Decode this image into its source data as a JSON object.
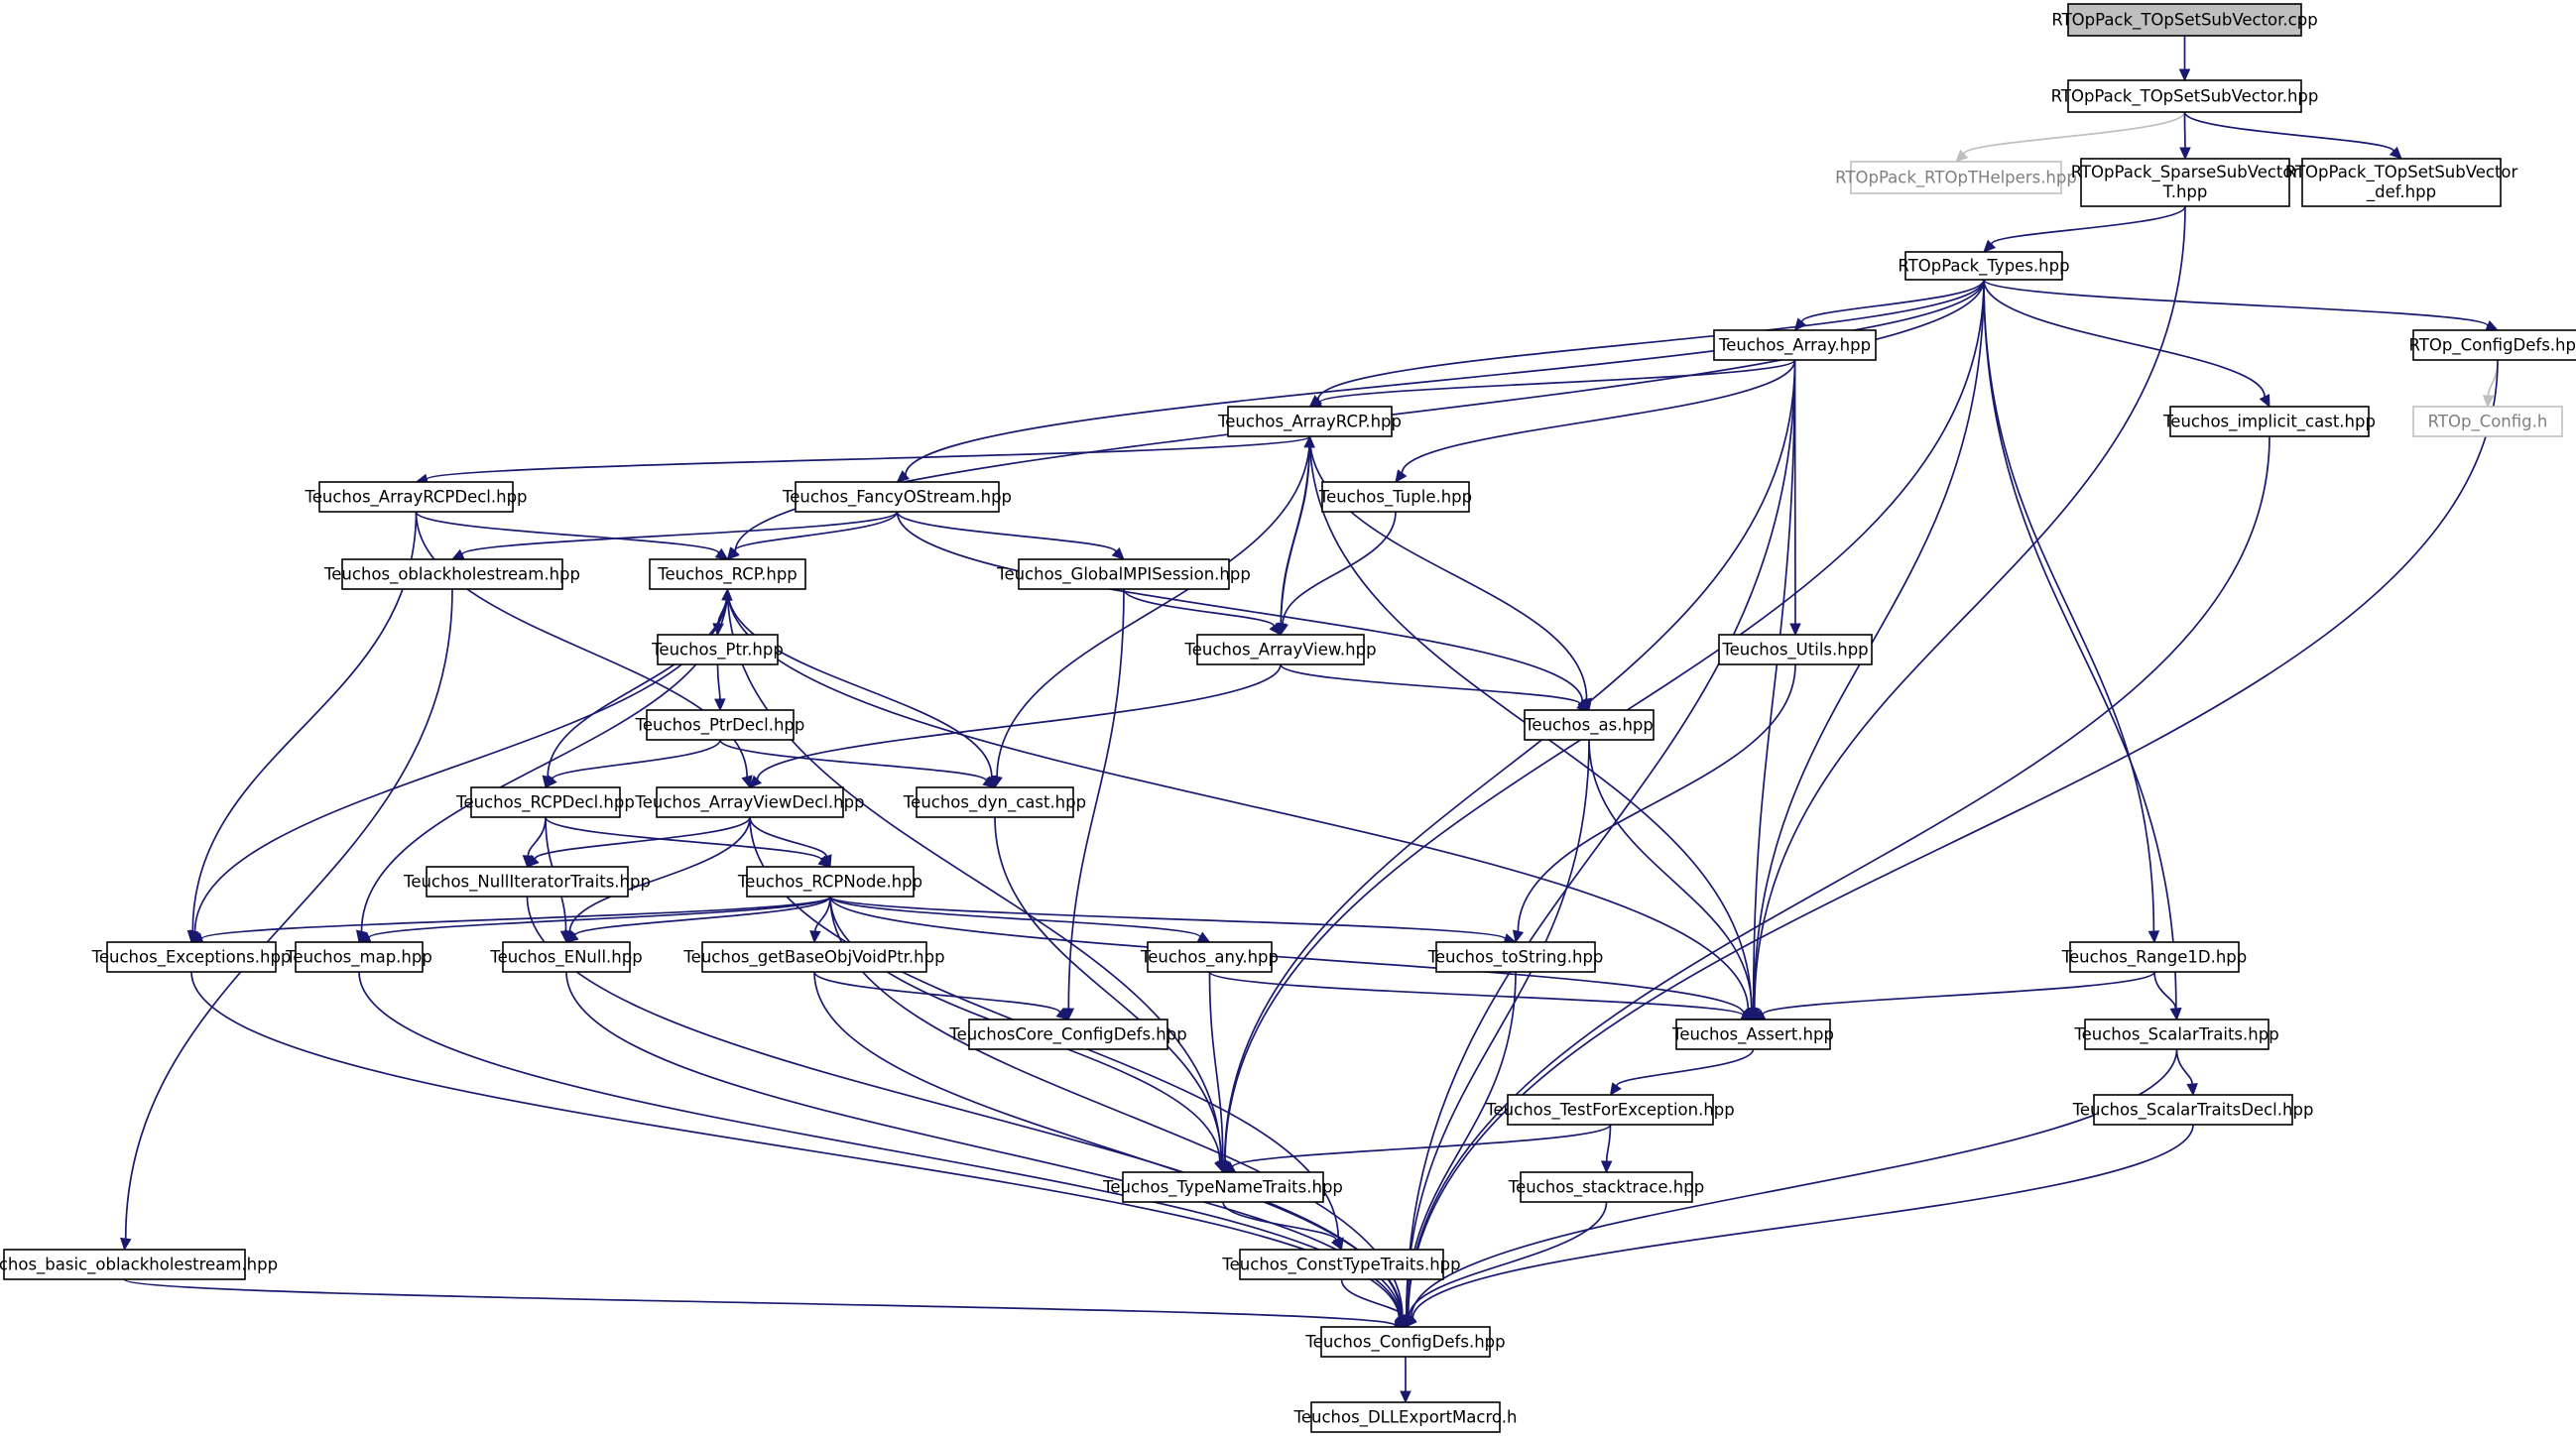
{
  "graph": {
    "nodes": [
      {
        "id": "root",
        "label": "RTOpPack_TOpSetSubVector.cpp",
        "style": "root"
      },
      {
        "id": "hpp",
        "label": "RTOpPack_TOpSetSubVector.hpp"
      },
      {
        "id": "rtophelpers",
        "label": "RTOpPack_RTOpTHelpers.hpp",
        "style": "external"
      },
      {
        "id": "sparse",
        "label": "RTOpPack_SparseSubVector",
        "label2": "T.hpp"
      },
      {
        "id": "setdef",
        "label": "RTOpPack_TOpSetSubVector",
        "label2": "_def.hpp"
      },
      {
        "id": "types",
        "label": "RTOpPack_Types.hpp"
      },
      {
        "id": "array",
        "label": "Teuchos_Array.hpp"
      },
      {
        "id": "rtopconfigdefs",
        "label": "RTOp_ConfigDefs.hpp"
      },
      {
        "id": "rtopconfig",
        "label": "RTOp_Config.h",
        "style": "external"
      },
      {
        "id": "arrayrcp",
        "label": "Teuchos_ArrayRCP.hpp"
      },
      {
        "id": "implicit",
        "label": "Teuchos_implicit_cast.hpp"
      },
      {
        "id": "arrayrcpdecl",
        "label": "Teuchos_ArrayRCPDecl.hpp"
      },
      {
        "id": "fancy",
        "label": "Teuchos_FancyOStream.hpp"
      },
      {
        "id": "tuple",
        "label": "Teuchos_Tuple.hpp"
      },
      {
        "id": "oblack",
        "label": "Teuchos_oblackholestream.hpp"
      },
      {
        "id": "rcp",
        "label": "Teuchos_RCP.hpp"
      },
      {
        "id": "mpi",
        "label": "Teuchos_GlobalMPISession.hpp"
      },
      {
        "id": "ptr",
        "label": "Teuchos_Ptr.hpp"
      },
      {
        "id": "arrayview",
        "label": "Teuchos_ArrayView.hpp"
      },
      {
        "id": "utils",
        "label": "Teuchos_Utils.hpp"
      },
      {
        "id": "ptrdecl",
        "label": "Teuchos_PtrDecl.hpp"
      },
      {
        "id": "as",
        "label": "Teuchos_as.hpp"
      },
      {
        "id": "rcpdecl",
        "label": "Teuchos_RCPDecl.hpp"
      },
      {
        "id": "arrayviewdecl",
        "label": "Teuchos_ArrayViewDecl.hpp"
      },
      {
        "id": "dyncast",
        "label": "Teuchos_dyn_cast.hpp"
      },
      {
        "id": "nulliter",
        "label": "Teuchos_NullIteratorTraits.hpp"
      },
      {
        "id": "rcpnode",
        "label": "Teuchos_RCPNode.hpp"
      },
      {
        "id": "exceptions",
        "label": "Teuchos_Exceptions.hpp"
      },
      {
        "id": "map",
        "label": "Teuchos_map.hpp"
      },
      {
        "id": "enull",
        "label": "Teuchos_ENull.hpp"
      },
      {
        "id": "getbase",
        "label": "Teuchos_getBaseObjVoidPtr.hpp"
      },
      {
        "id": "any",
        "label": "Teuchos_any.hpp"
      },
      {
        "id": "tostring",
        "label": "Teuchos_toString.hpp"
      },
      {
        "id": "range1d",
        "label": "Teuchos_Range1D.hpp"
      },
      {
        "id": "coreconfig",
        "label": "TeuchosCore_ConfigDefs.hpp"
      },
      {
        "id": "assert",
        "label": "Teuchos_Assert.hpp"
      },
      {
        "id": "scalartraits",
        "label": "Teuchos_ScalarTraits.hpp"
      },
      {
        "id": "testforexc",
        "label": "Teuchos_TestForException.hpp"
      },
      {
        "id": "scalartraitsdecl",
        "label": "Teuchos_ScalarTraitsDecl.hpp"
      },
      {
        "id": "stacktrace",
        "label": "Teuchos_stacktrace.hpp"
      },
      {
        "id": "typename",
        "label": "Teuchos_TypeNameTraits.hpp"
      },
      {
        "id": "consttype",
        "label": "Teuchos_ConstTypeTraits.hpp"
      },
      {
        "id": "basicoblack",
        "label": "Teuchos_basic_oblackholestream.hpp"
      },
      {
        "id": "configdefs",
        "label": "Teuchos_ConfigDefs.hpp"
      },
      {
        "id": "dllexport",
        "label": "Teuchos_DLLExportMacro.h"
      }
    ],
    "edges": [
      {
        "from": "root",
        "to": "hpp"
      },
      {
        "from": "hpp",
        "to": "rtophelpers",
        "style": "grey"
      },
      {
        "from": "hpp",
        "to": "sparse"
      },
      {
        "from": "hpp",
        "to": "setdef"
      },
      {
        "from": "sparse",
        "to": "types"
      },
      {
        "from": "sparse",
        "to": "assert"
      },
      {
        "from": "types",
        "to": "array"
      },
      {
        "from": "types",
        "to": "rtopconfigdefs"
      },
      {
        "from": "types",
        "to": "arrayrcp"
      },
      {
        "from": "types",
        "to": "implicit"
      },
      {
        "from": "types",
        "to": "fancy"
      },
      {
        "from": "types",
        "to": "rcp"
      },
      {
        "from": "types",
        "to": "typename"
      },
      {
        "from": "types",
        "to": "assert"
      },
      {
        "from": "types",
        "to": "range1d"
      },
      {
        "from": "types",
        "to": "scalartraits"
      },
      {
        "from": "rtopconfigdefs",
        "to": "rtopconfig",
        "style": "grey"
      },
      {
        "from": "rtopconfigdefs",
        "to": "configdefs"
      },
      {
        "from": "array",
        "to": "arrayrcp"
      },
      {
        "from": "array",
        "to": "tuple"
      },
      {
        "from": "array",
        "to": "utils"
      },
      {
        "from": "array",
        "to": "typename"
      },
      {
        "from": "array",
        "to": "assert"
      },
      {
        "from": "array",
        "to": "configdefs"
      },
      {
        "from": "implicit",
        "to": "configdefs"
      },
      {
        "from": "arrayrcp",
        "to": "arrayrcpdecl"
      },
      {
        "from": "arrayrcp",
        "to": "arrayview"
      },
      {
        "from": "arrayrcp",
        "to": "dyncast"
      },
      {
        "from": "arrayrcp",
        "to": "as"
      },
      {
        "from": "arrayrcp",
        "to": "assert"
      },
      {
        "from": "arrayrcpdecl",
        "to": "rcp"
      },
      {
        "from": "arrayrcpdecl",
        "to": "arrayviewdecl"
      },
      {
        "from": "arrayrcpdecl",
        "to": "exceptions"
      },
      {
        "from": "fancy",
        "to": "oblack"
      },
      {
        "from": "fancy",
        "to": "rcp"
      },
      {
        "from": "fancy",
        "to": "mpi"
      },
      {
        "from": "fancy",
        "to": "as"
      },
      {
        "from": "tuple",
        "to": "arrayview"
      },
      {
        "from": "oblack",
        "to": "basicoblack"
      },
      {
        "from": "rcp",
        "to": "ptr"
      },
      {
        "from": "rcp",
        "to": "rcpdecl"
      },
      {
        "from": "rcp",
        "to": "dyncast"
      },
      {
        "from": "rcp",
        "to": "exceptions"
      },
      {
        "from": "rcp",
        "to": "map"
      },
      {
        "from": "rcp",
        "to": "typename"
      },
      {
        "from": "rcp",
        "to": "assert"
      },
      {
        "from": "ptr",
        "to": "rcp"
      },
      {
        "from": "ptr",
        "to": "ptrdecl"
      },
      {
        "from": "mpi",
        "to": "arrayview"
      },
      {
        "from": "mpi",
        "to": "coreconfig"
      },
      {
        "from": "arrayview",
        "to": "arrayrcp"
      },
      {
        "from": "arrayview",
        "to": "arrayviewdecl"
      },
      {
        "from": "arrayview",
        "to": "as"
      },
      {
        "from": "utils",
        "to": "tostring"
      },
      {
        "from": "ptrdecl",
        "to": "rcpdecl"
      },
      {
        "from": "ptrdecl",
        "to": "dyncast"
      },
      {
        "from": "as",
        "to": "assert"
      },
      {
        "from": "as",
        "to": "configdefs"
      },
      {
        "from": "rcpdecl",
        "to": "nulliter"
      },
      {
        "from": "rcpdecl",
        "to": "rcpnode"
      },
      {
        "from": "rcpdecl",
        "to": "enull"
      },
      {
        "from": "arrayviewdecl",
        "to": "nulliter"
      },
      {
        "from": "arrayviewdecl",
        "to": "rcpnode"
      },
      {
        "from": "arrayviewdecl",
        "to": "enull"
      },
      {
        "from": "arrayviewdecl",
        "to": "consttype"
      },
      {
        "from": "dyncast",
        "to": "typename"
      },
      {
        "from": "nulliter",
        "to": "configdefs"
      },
      {
        "from": "rcpnode",
        "to": "exceptions"
      },
      {
        "from": "rcpnode",
        "to": "map"
      },
      {
        "from": "rcpnode",
        "to": "enull"
      },
      {
        "from": "rcpnode",
        "to": "getbase"
      },
      {
        "from": "rcpnode",
        "to": "any"
      },
      {
        "from": "rcpnode",
        "to": "tostring"
      },
      {
        "from": "rcpnode",
        "to": "assert"
      },
      {
        "from": "rcpnode",
        "to": "typename"
      },
      {
        "from": "rcpnode",
        "to": "configdefs"
      },
      {
        "from": "exceptions",
        "to": "configdefs"
      },
      {
        "from": "map",
        "to": "configdefs"
      },
      {
        "from": "enull",
        "to": "configdefs"
      },
      {
        "from": "getbase",
        "to": "coreconfig"
      },
      {
        "from": "getbase",
        "to": "configdefs"
      },
      {
        "from": "any",
        "to": "assert"
      },
      {
        "from": "any",
        "to": "typename"
      },
      {
        "from": "tostring",
        "to": "configdefs"
      },
      {
        "from": "range1d",
        "to": "assert"
      },
      {
        "from": "range1d",
        "to": "scalartraits"
      },
      {
        "from": "assert",
        "to": "testforexc"
      },
      {
        "from": "scalartraits",
        "to": "scalartraitsdecl"
      },
      {
        "from": "scalartraits",
        "to": "configdefs"
      },
      {
        "from": "testforexc",
        "to": "typename"
      },
      {
        "from": "testforexc",
        "to": "stacktrace"
      },
      {
        "from": "scalartraitsdecl",
        "to": "configdefs"
      },
      {
        "from": "stacktrace",
        "to": "configdefs"
      },
      {
        "from": "typename",
        "to": "consttype"
      },
      {
        "from": "consttype",
        "to": "configdefs"
      },
      {
        "from": "basicoblack",
        "to": "configdefs"
      },
      {
        "from": "configdefs",
        "to": "dllexport"
      }
    ]
  }
}
